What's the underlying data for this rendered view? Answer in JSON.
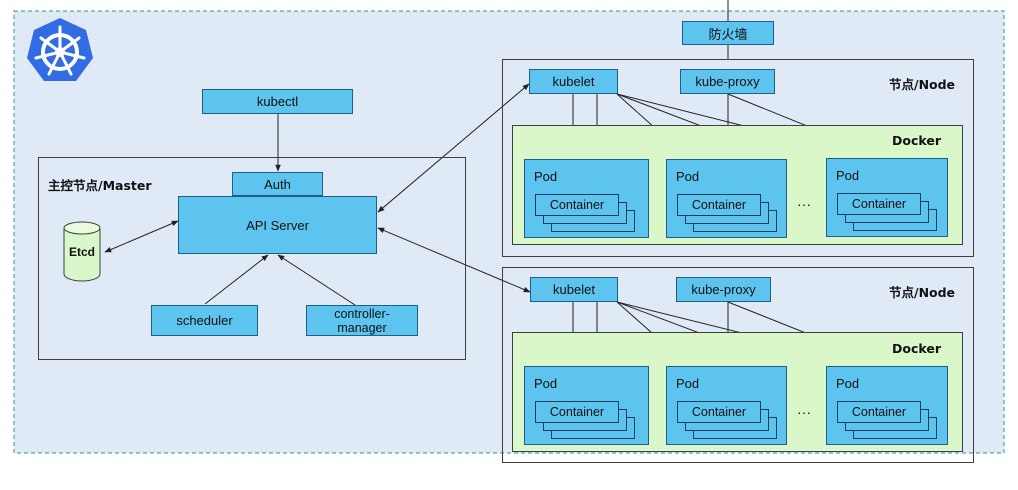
{
  "firewall": "防火墙",
  "master": {
    "title": "主控节点/Master",
    "kubectl": "kubectl",
    "auth": "Auth",
    "api_server": "API Server",
    "etcd": "Etcd",
    "scheduler": "scheduler",
    "controller_manager": [
      "controller-",
      "manager"
    ]
  },
  "nodes": [
    {
      "title": "节点/Node",
      "kubelet": "kubelet",
      "kube_proxy": "kube-proxy",
      "docker": "Docker",
      "pods": [
        {
          "label": "Pod",
          "container": "Container"
        },
        {
          "label": "Pod",
          "container": "Container"
        },
        {
          "label": "Pod",
          "container": "Container"
        }
      ],
      "ellipsis": "···"
    },
    {
      "title": "节点/Node",
      "kubelet": "kubelet",
      "kube_proxy": "kube-proxy",
      "docker": "Docker",
      "pods": [
        {
          "label": "Pod",
          "container": "Container"
        },
        {
          "label": "Pod",
          "container": "Container"
        },
        {
          "label": "Pod",
          "container": "Container"
        }
      ],
      "ellipsis": "···"
    }
  ],
  "logo": {
    "icon": "kubernetes-helm-icon",
    "color": "#326ce5"
  },
  "colors": {
    "background": "#dfeaf6",
    "component": "#5dc3ef",
    "docker_area": "#d9f7c8",
    "etcd": "#d9f7c8",
    "border_dashed": "#4fa6a6"
  }
}
